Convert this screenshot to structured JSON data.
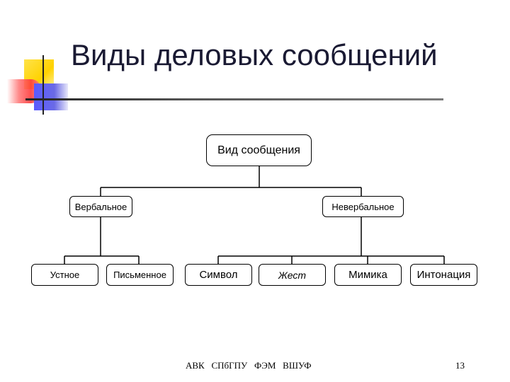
{
  "slide": {
    "title": "Виды деловых сообщений",
    "footer_left": "АВК   СПбГПУ   ФЭМ   ВШУФ",
    "page_number": "13"
  },
  "diagram": {
    "root": "Вид сообщения",
    "verbal": "Вербальное",
    "nonverbal": "Невербальное",
    "verbal_children": [
      "Устное",
      "Письменное"
    ],
    "nonverbal_children": [
      "Символ",
      "Жест",
      "Мимика",
      "Интонация"
    ]
  },
  "colors": {
    "logo_yellow": "#ffd200",
    "logo_red": "#ff3b3b",
    "logo_blue": "#5a5aff",
    "title_text": "#1a1a33"
  }
}
